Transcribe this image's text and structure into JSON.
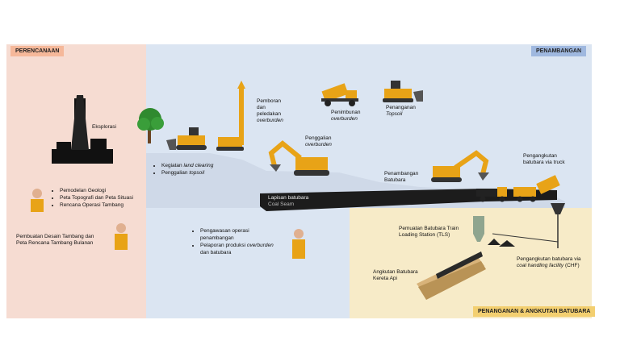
{
  "sections": {
    "planning": "PERENCANAAN",
    "mining": "PENAMBANGAN",
    "handling": "PENANGANAN & ANGKUTAN BATUBARA"
  },
  "labels": {
    "eksplorasi": "Eksplorasi",
    "planning_list": [
      "Pemodelan Geologi",
      "Peta Topografi dan Peta Situasi",
      "Rencana Operasi Tambang"
    ],
    "pembuatan": "Pembuatan Desain Tambang dan Peta Rencana Tambang Bulanan",
    "clearing_list_a": "Kegiatan ",
    "clearing_list_a_it": "land clearing",
    "clearing_list_b": "Penggalian ",
    "clearing_list_b_it": "topsoil",
    "pemboran_1": "Pemboran",
    "pemboran_2": "dan",
    "pemboran_3": "peledakan",
    "pemboran_4": "overburden",
    "penimbunan_1": "Penimbunan",
    "penimbunan_2": "overburden",
    "penanganan_1": "Penanganan",
    "penanganan_2": "Topsoil",
    "penggalian_1": "Penggalian",
    "penggalian_2": "overburden",
    "penambangan_1": "Penambangan",
    "penambangan_2": "Batubara",
    "pengangkutan_truck_1": "Pengangkutan",
    "pengangkutan_truck_2": "batubara via truck",
    "seam_1": "Lapisan batubara",
    "seam_2": "Coal Seam",
    "pengawasan_a": "Pengawasan operasi penambangan",
    "pengawasan_b1": "Pelaporan produksi ",
    "pengawasan_b_it": "overburden",
    "pengawasan_b2": " dan batubara",
    "tls_1": "Pemuatan Batubara Train",
    "tls_2": "Loading Station (TLS)",
    "kereta_1": "Angkutan Batubara",
    "kereta_2": "Kereta Api",
    "chf_1": "Pengangkutan batubara via",
    "chf_it": "coal handling facility",
    "chf_2": " (CHF)"
  },
  "colors": {
    "planning_bg": "#f6dcd2",
    "mining_bg": "#dbe5f2",
    "handling_bg": "#f7ebc8",
    "equipment": "#e8a317",
    "seam": "#1c1c1c"
  }
}
